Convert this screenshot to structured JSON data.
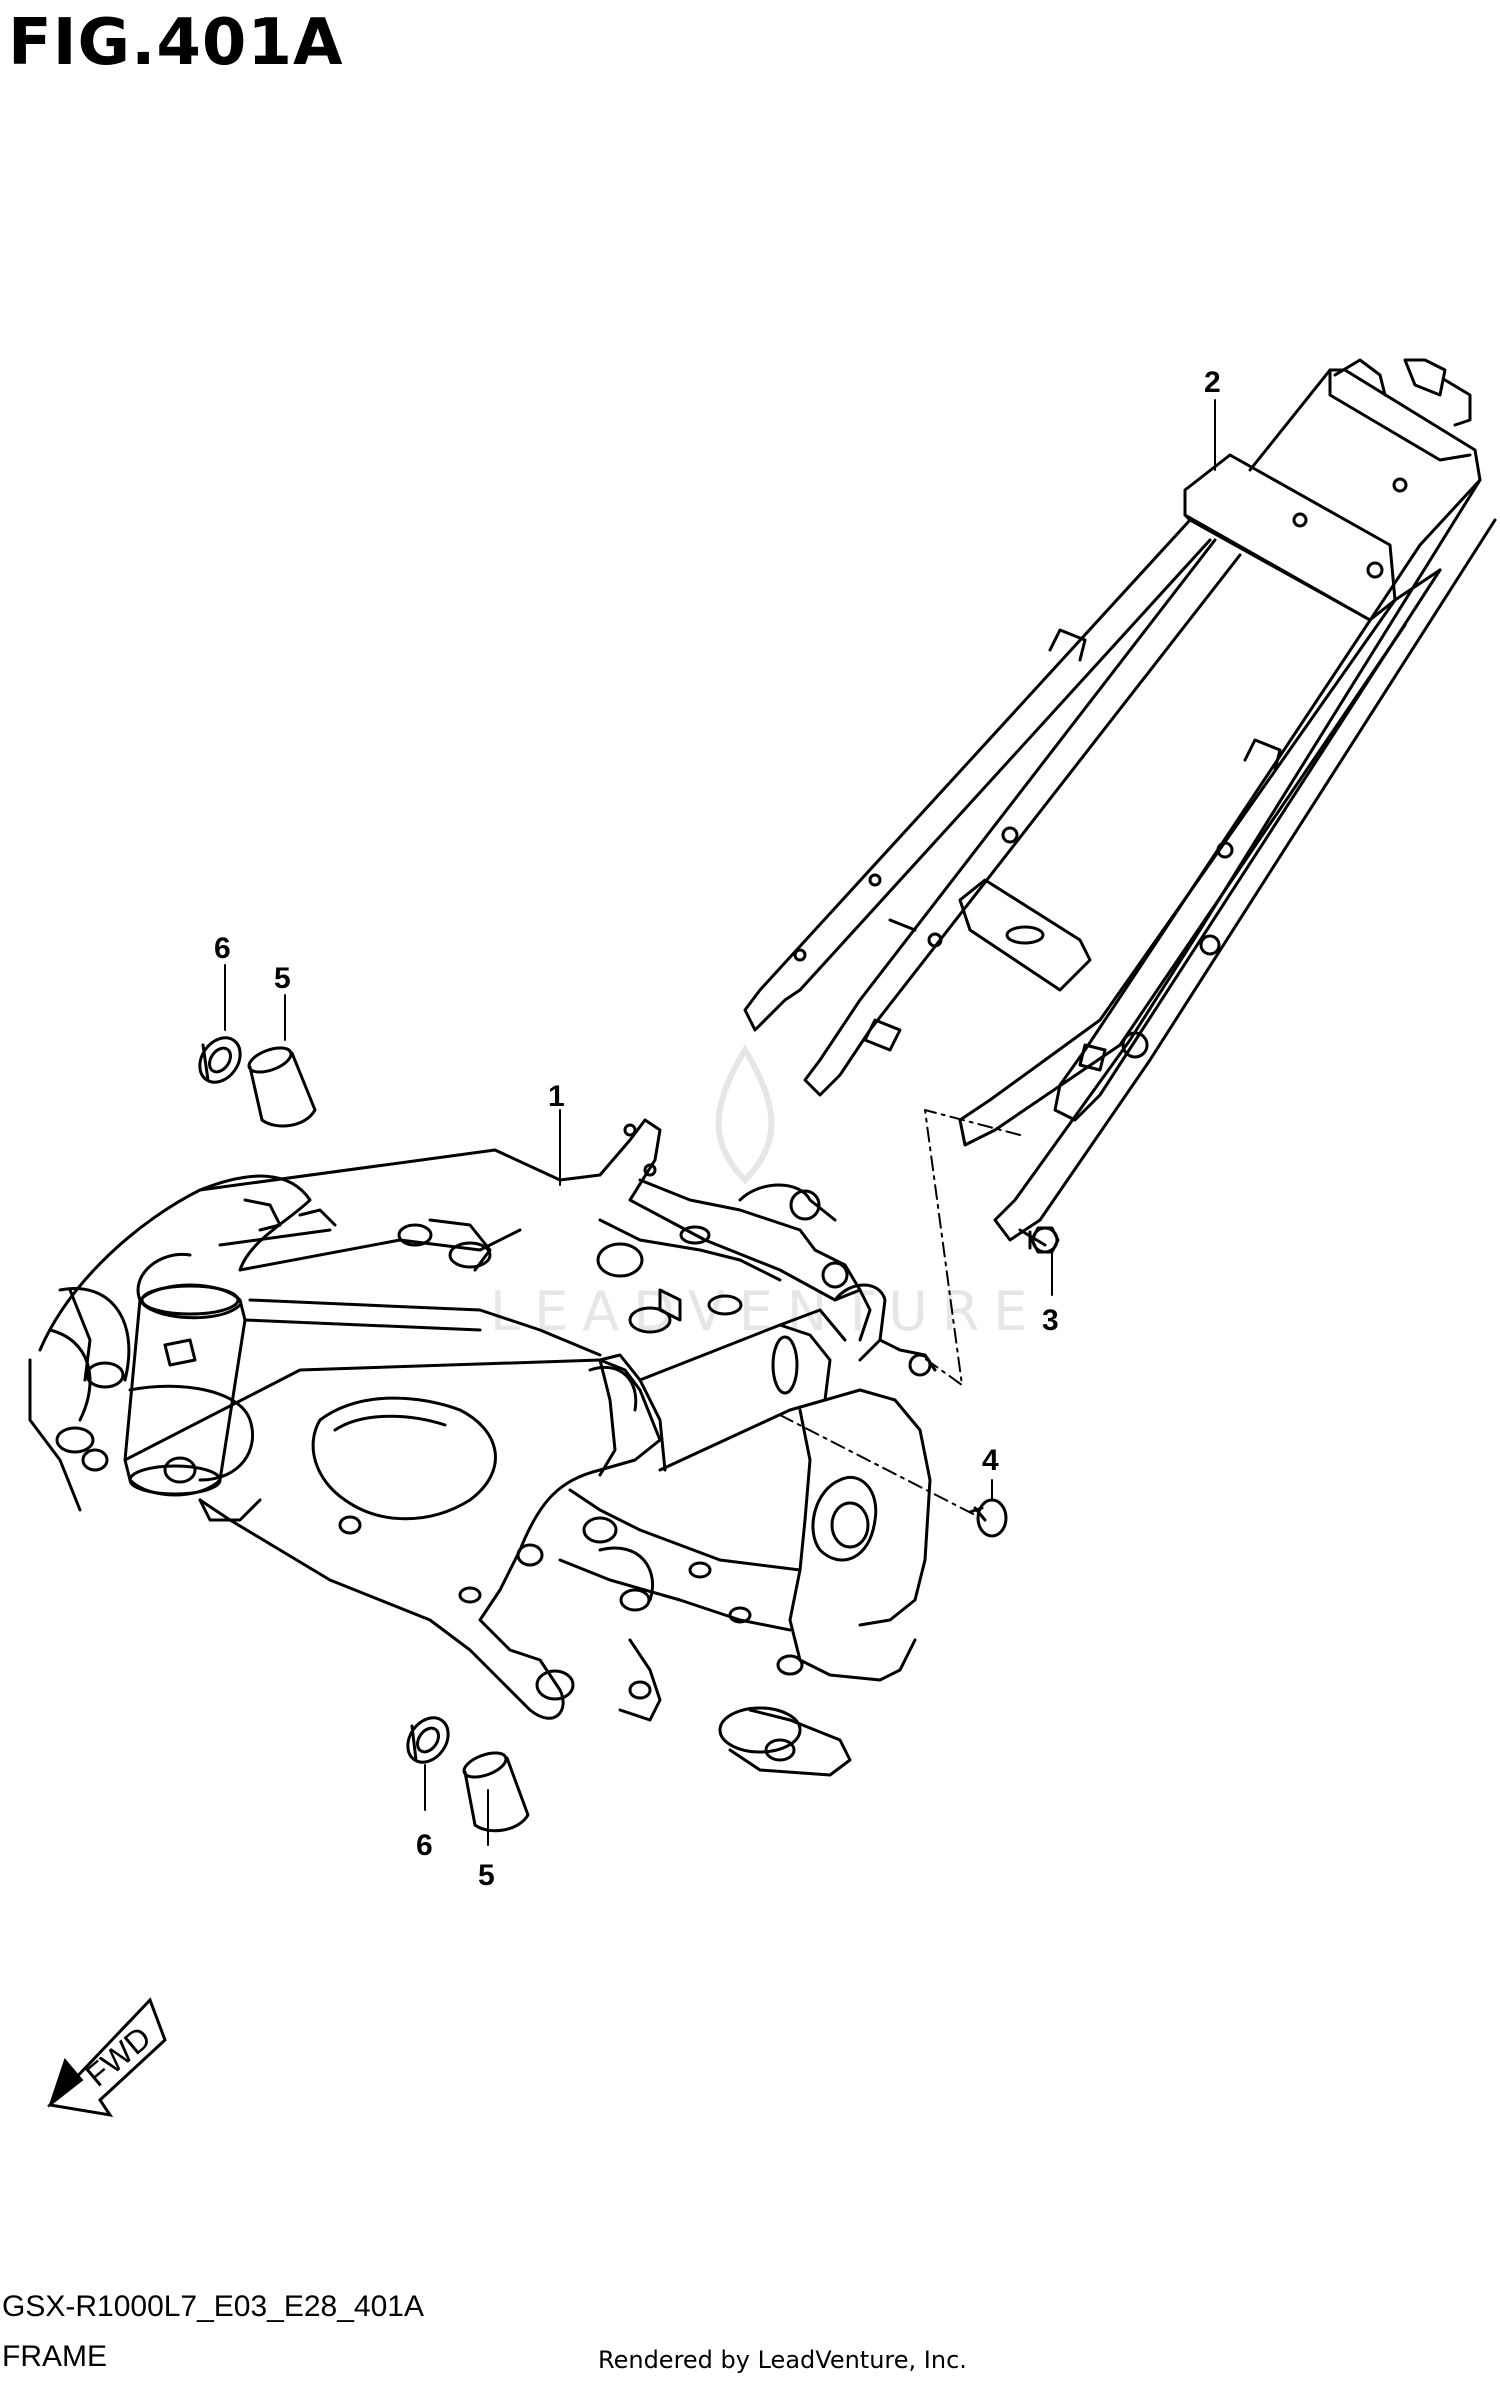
{
  "figure": {
    "title": "FIG.401A",
    "model_code": "GSX-R1000L7_E03_E28_401A",
    "section_name": "FRAME"
  },
  "callouts": {
    "p1": "1",
    "p2": "2",
    "p3": "3",
    "p4": "4",
    "p5_top": "5",
    "p6_top": "6",
    "p5_bottom": "5",
    "p6_bottom": "6"
  },
  "fwd_label": "FWD",
  "watermark": "LEADVENTURE",
  "credit": "Rendered by LeadVenture, Inc.",
  "colors": {
    "line": "#000000",
    "watermark": "#e6e6e6",
    "background": "#ffffff"
  }
}
